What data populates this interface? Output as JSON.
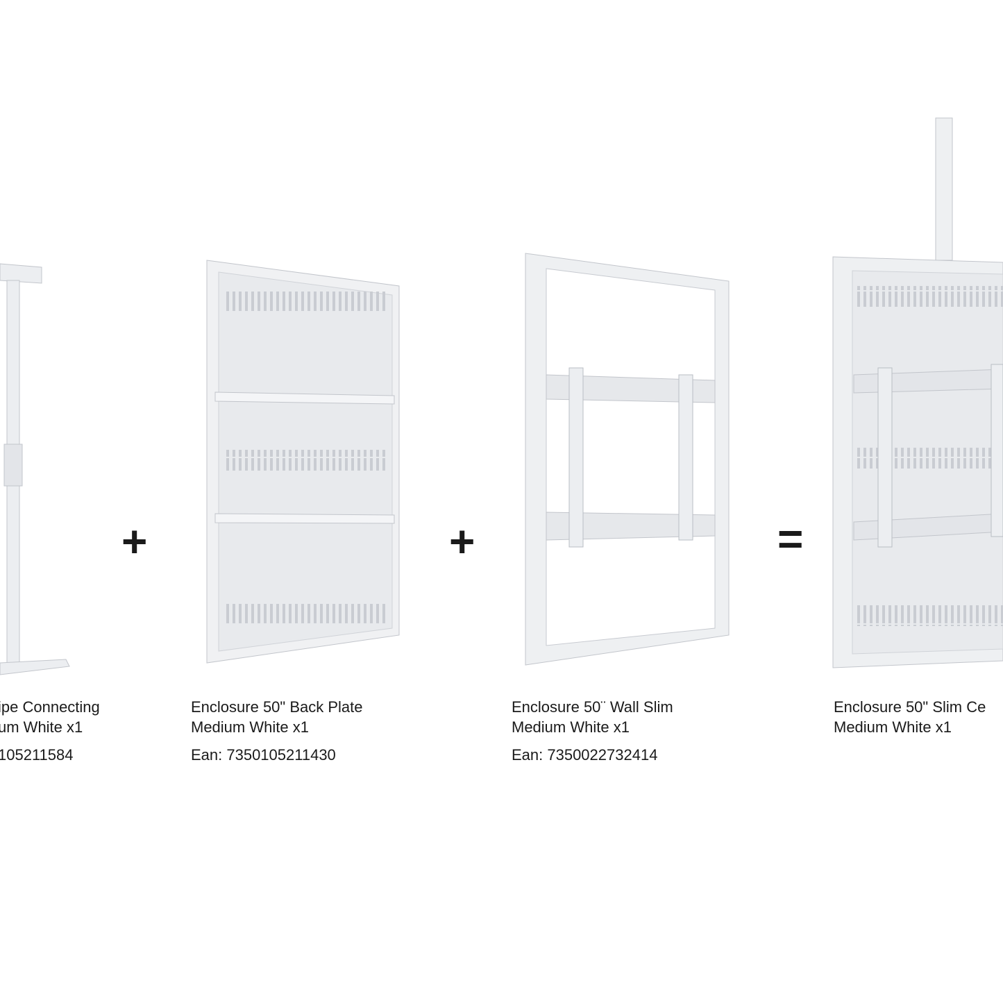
{
  "products": [
    {
      "name": "ipe Connecting",
      "variant": "um White x1",
      "ean": "105211584"
    },
    {
      "name": "Enclosure 50\" Back Plate",
      "variant": "Medium White x1",
      "ean": "Ean: 7350105211430"
    },
    {
      "name": "Enclosure 50¨ Wall Slim",
      "variant": "Medium White x1",
      "ean": "Ean: 7350022732414"
    },
    {
      "name": "Enclosure 50\"  Slim Ce",
      "variant": "Medium White x1"
    }
  ],
  "operators": {
    "plus1": "+",
    "plus2": "+",
    "equals": "="
  },
  "colors": {
    "product": "#e8eaee",
    "outline": "#b9bdc4",
    "text": "#1a1a1a"
  }
}
